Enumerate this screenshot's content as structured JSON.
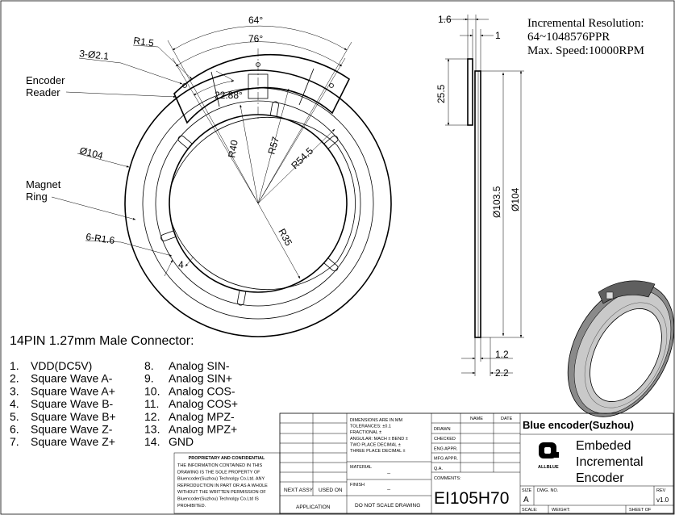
{
  "specs": {
    "resolution_label": "Incremental Resolution:",
    "resolution_value": "64~1048576PPR",
    "speed": "Max. Speed:10000RPM"
  },
  "front_view": {
    "angle_outer": "64°",
    "angle_inner": "76°",
    "fillet": "R1.5",
    "holes": "3-Ø2.1",
    "encoder_reader": [
      "Encoder",
      "Reader"
    ],
    "angle_small": "22.88°",
    "dia_outer": "Ø104",
    "magnet_ring": [
      "Magnet",
      "Ring"
    ],
    "r40": "R40",
    "r57": "R57",
    "r545": "R54.5",
    "r35": "R35",
    "slots": "6-R1.6",
    "slot_width": "4"
  },
  "side_view": {
    "d16": "1.6",
    "d1": "1",
    "d255": "25.5",
    "d1035": "Ø103.5",
    "d104": "Ø104",
    "d12": "1.2",
    "d22": "2.2"
  },
  "connector": {
    "title": "14PIN 1.27mm Male Connector:",
    "pins_left": [
      {
        "num": "1.",
        "label": "VDD(DC5V)"
      },
      {
        "num": "2.",
        "label": "Square Wave A-"
      },
      {
        "num": "3.",
        "label": "Square Wave A+"
      },
      {
        "num": "4.",
        "label": "Square Wave B-"
      },
      {
        "num": "5.",
        "label": "Square Wave B+"
      },
      {
        "num": "6.",
        "label": "Square Wave Z-"
      },
      {
        "num": "7.",
        "label": "Square Wave Z+"
      }
    ],
    "pins_right": [
      {
        "num": "8.",
        "label": "Analog SIN-"
      },
      {
        "num": "9.",
        "label": "Analog SIN+"
      },
      {
        "num": "10.",
        "label": "Analog COS-"
      },
      {
        "num": "11.",
        "label": "Analog COS+"
      },
      {
        "num": "12.",
        "label": "Analog MPZ-"
      },
      {
        "num": "13.",
        "label": "Analog MPZ+"
      },
      {
        "num": "14.",
        "label": "GND"
      }
    ]
  },
  "title_block": {
    "proprietary_title": "PROPRIETARY AND CONFIDENTIAL",
    "proprietary_lines": [
      "THE INFORMATION CONTAINED IN THIS",
      "DRAWING IS THE SOLE PROPERTY OF",
      "Bluencoder(Suzhou) Technolgy Co.Ltd.  ANY",
      "REPRODUCTION IN PART OR AS A WHOLE",
      "WITHOUT THE WRITTEN PERMISSION OF",
      "Bluencoder(Suzhou) Technolgy Co.Ltd IS",
      "PROHIBITED."
    ],
    "next_assy": "NEXT ASSY",
    "used_on": "USED ON",
    "application": "APPLICATION",
    "do_not_scale": "DO NOT SCALE DRAWING",
    "tolerance_lines": [
      "DIMENSIONS ARE IN MM",
      "TOLERANCES: ±0.1",
      "FRACTIONAL ±",
      "ANGULAR: MACH ±    BEND ±",
      "TWO PLACE DECIMAL   ±",
      "THREE PLACE DECIMAL  ±"
    ],
    "material": "MATERIAL",
    "material_value": "--",
    "finish": "FINISH",
    "finish_value": "--",
    "name": "NAME",
    "date": "DATE",
    "roles": [
      "DRAWN",
      "CHECKED",
      "ENG APPR.",
      "MFG APPR.",
      "Q.A.",
      "COMMENTS:"
    ],
    "company": "Blue encoder(Suzhou)",
    "logo_text": "ALLBLUE",
    "product_title": [
      "Embeded",
      "Incremental",
      "Encoder"
    ],
    "part_number": "EI105H70",
    "size_label": "SIZE",
    "size_value": "A",
    "dwg_no": "DWG.  NO.",
    "rev_label": "REV",
    "rev_value": "v1.0",
    "scale": "SCALE:",
    "weight": "WEIGHT:",
    "sheet": "SHEET  OF"
  }
}
